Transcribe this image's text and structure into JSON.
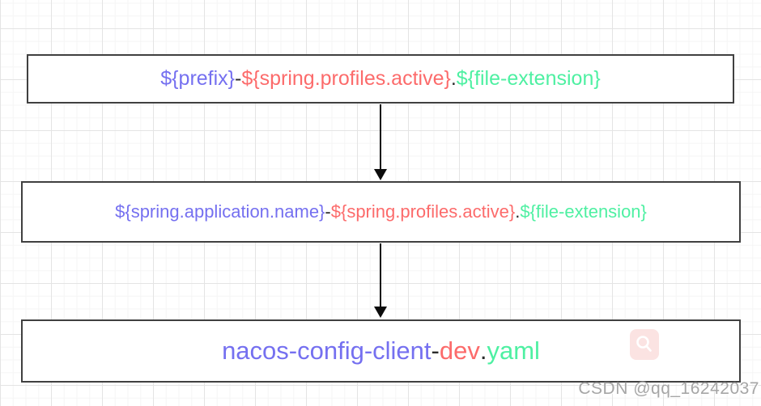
{
  "colors": {
    "placeholder": "#7570f0",
    "profile": "#fc6b6b",
    "extension": "#4ef0a2",
    "separator": "#2b2b2b",
    "box_border": "#404040",
    "box_fill": "#ffffff",
    "arrow": "#0b0b0b",
    "grid_minor": "#f5f5f5",
    "grid_major": "#e4e4e4",
    "watermark_text": "#a6a6a6",
    "search_icon_bg": "#fbe3e2",
    "search_icon_glyph": "#ffffff"
  },
  "diagram": {
    "boxes": [
      {
        "id": "dataid-pattern-generic",
        "segments": [
          {
            "text": "${prefix}",
            "role": "placeholder"
          },
          {
            "text": "-",
            "role": "separator"
          },
          {
            "text": "${spring.profiles.active}",
            "role": "profile"
          },
          {
            "text": ".",
            "role": "separator"
          },
          {
            "text": "${file-extension}",
            "role": "extension"
          }
        ]
      },
      {
        "id": "dataid-pattern-expanded",
        "segments": [
          {
            "text": "${spring.application.name}",
            "role": "placeholder"
          },
          {
            "text": "-",
            "role": "separator"
          },
          {
            "text": "${spring.profiles.active}",
            "role": "profile"
          },
          {
            "text": ".",
            "role": "separator"
          },
          {
            "text": "${file-extension}",
            "role": "extension"
          }
        ]
      },
      {
        "id": "dataid-example-resolved",
        "segments": [
          {
            "text": "nacos-config-client",
            "role": "placeholder"
          },
          {
            "text": "-",
            "role": "separator"
          },
          {
            "text": "dev",
            "role": "profile"
          },
          {
            "text": ".",
            "role": "separator"
          },
          {
            "text": "yaml",
            "role": "extension"
          }
        ]
      }
    ]
  },
  "icons": {
    "search": "magnifier"
  },
  "watermark": {
    "text": "CSDN @qq_16242037"
  }
}
